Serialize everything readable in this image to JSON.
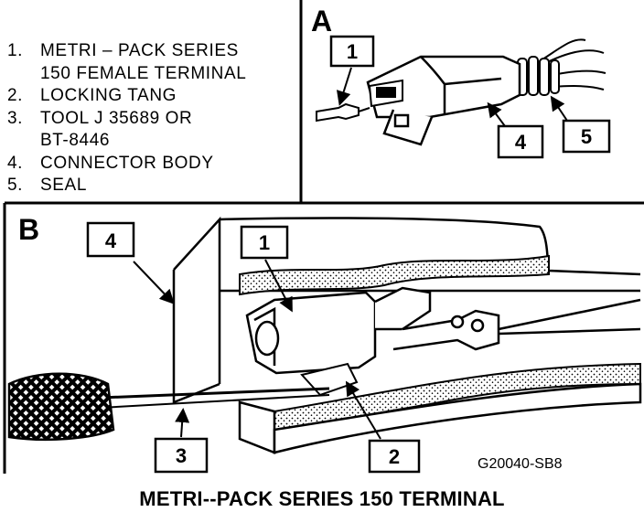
{
  "legend": {
    "items": [
      {
        "num": "1.",
        "lines": [
          "METRI – PACK SERIES",
          "150 FEMALE TERMINAL"
        ]
      },
      {
        "num": "2.",
        "lines": [
          "LOCKING TANG"
        ]
      },
      {
        "num": "3.",
        "lines": [
          "TOOL J 35689 OR",
          "BT-8446"
        ]
      },
      {
        "num": "4.",
        "lines": [
          "CONNECTOR BODY"
        ]
      },
      {
        "num": "5.",
        "lines": [
          "SEAL"
        ]
      }
    ]
  },
  "panel_a": {
    "letter": "A",
    "callouts": [
      "1",
      "4",
      "5"
    ]
  },
  "panel_b": {
    "letter": "B",
    "callouts": [
      "4",
      "1",
      "3",
      "2"
    ],
    "figure_code": "G20040-SB8"
  },
  "footer": {
    "title": "METRI--PACK SERIES 150 TERMINAL"
  }
}
